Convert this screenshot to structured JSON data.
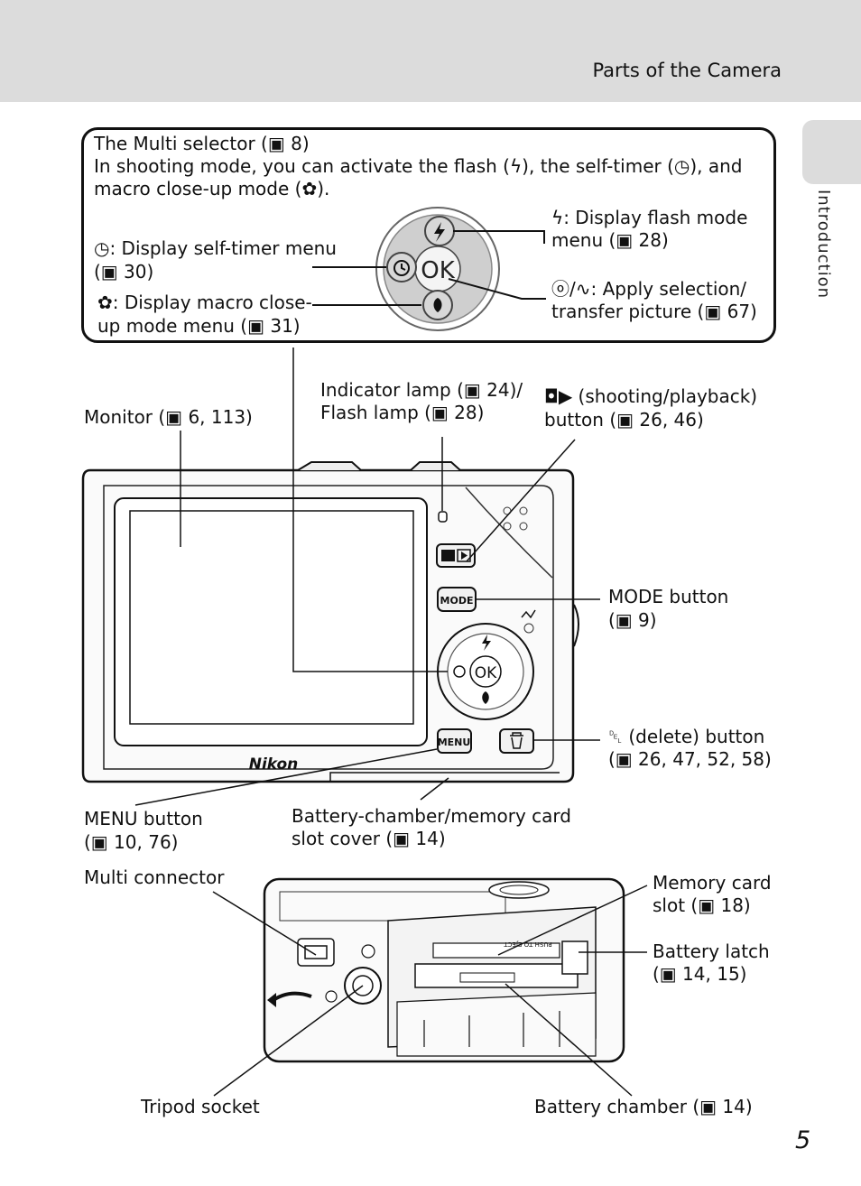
{
  "header": {
    "section_title": "Parts of the Camera"
  },
  "side_tab": {
    "label": "Introduction"
  },
  "multi_selector_box": {
    "title": "The Multi selector (▣ 8)",
    "line1": "In shooting mode, you can activate the flash (ϟ), the self-timer (◷), and",
    "line2": "macro close-up mode (✿).",
    "self_timer_1": "◷: Display self-timer menu",
    "self_timer_2": "(▣ 30)",
    "macro_1": "✿: Display macro close-",
    "macro_2": "up mode menu (▣ 31)",
    "flash_1": "ϟ: Display flash mode",
    "flash_2": "menu (▣ 28)",
    "apply_1": "ⓞ/∿: Apply selection/",
    "apply_2": "transfer picture (▣ 67)",
    "ok_label": "OK"
  },
  "camera_back": {
    "monitor": "Monitor (▣ 6, 113)",
    "indicator_1": "Indicator lamp (▣ 24)/",
    "indicator_2": "Flash lamp (▣ 28)",
    "shoot_play_1": "◘▶ (shooting/playback)",
    "shoot_play_2": "button (▣ 26, 46)",
    "mode_1": "MODE button",
    "mode_2": "(▣ 9)",
    "delete_1": "␡ (delete) button",
    "delete_2": "(▣ 26, 47, 52, 58)",
    "menu_1": "MENU button",
    "menu_2": "(▣ 10, 76)",
    "battery_cover_1": "Battery-chamber/memory card",
    "battery_cover_2": "slot cover (▣ 14)",
    "brand": "Nikon",
    "btn_mode": "MODE",
    "btn_menu": "MENU",
    "btn_ok": "OK"
  },
  "camera_bottom": {
    "multi_connector": "Multi connector",
    "memory_card_1": "Memory card",
    "memory_card_2": "slot (▣ 18)",
    "battery_latch_1": "Battery latch",
    "battery_latch_2": "(▣ 14, 15)",
    "tripod": "Tripod socket",
    "battery_chamber": "Battery chamber (▣ 14)",
    "push_eject": "PUSH TO EJECT"
  },
  "page_number": "5"
}
